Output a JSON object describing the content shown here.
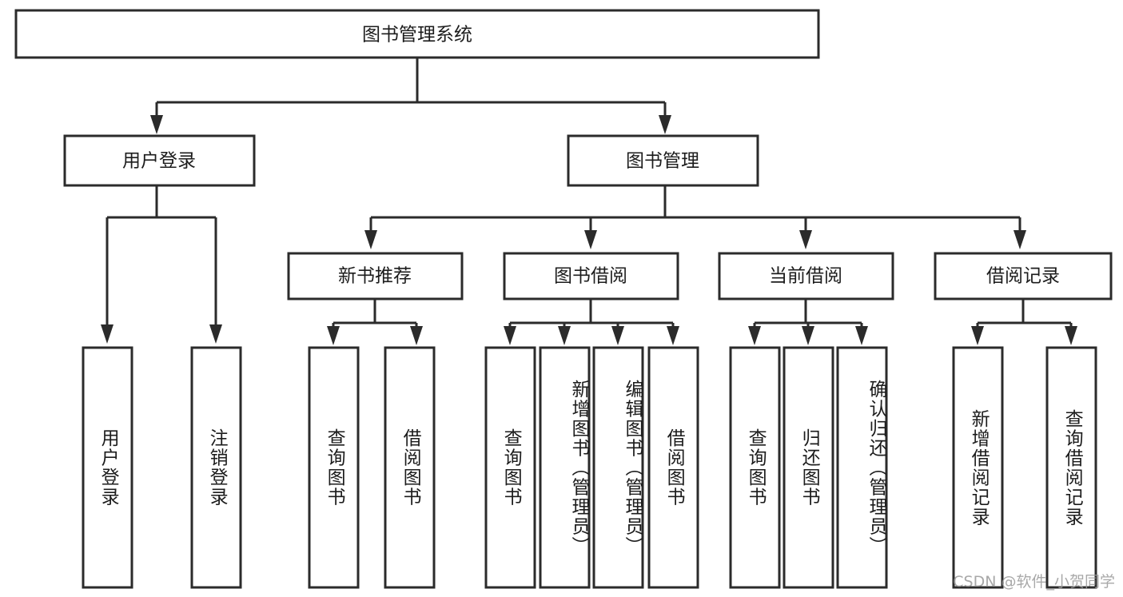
{
  "diagram": {
    "type": "tree-hierarchy",
    "title": "图书管理系统",
    "root": {
      "label": "图书管理系统",
      "level": 1
    },
    "level2": [
      {
        "label": "用户登录"
      },
      {
        "label": "图书管理"
      }
    ],
    "level3": [
      {
        "label": "新书推荐",
        "parent": "图书管理"
      },
      {
        "label": "图书借阅",
        "parent": "图书管理"
      },
      {
        "label": "当前借阅",
        "parent": "图书管理"
      },
      {
        "label": "借阅记录",
        "parent": "图书管理"
      }
    ],
    "leaves": {
      "用户登录": [
        {
          "label": "用户登录"
        },
        {
          "label": "注销登录"
        }
      ],
      "新书推荐": [
        {
          "label": "查询图书"
        },
        {
          "label": "借阅图书"
        }
      ],
      "图书借阅": [
        {
          "label": "查询图书"
        },
        {
          "label": "新增图书（管理员）"
        },
        {
          "label": "编辑图书（管理员）"
        },
        {
          "label": "借阅图书"
        }
      ],
      "当前借阅": [
        {
          "label": "查询图书"
        },
        {
          "label": "归还图书"
        },
        {
          "label": "确认归还（管理员）"
        }
      ],
      "借阅记录": [
        {
          "label": "新增借阅记录"
        },
        {
          "label": "查询借阅记录"
        }
      ]
    }
  },
  "watermark": {
    "text": "CSDN @软件_小贺同学"
  },
  "colors": {
    "box_stroke": "#2b2b2b",
    "box_fill": "#ffffff",
    "text": "#1c1c1c",
    "connector": "#2b2b2b",
    "watermark": "#9a9a9a",
    "background": "#ffffff"
  }
}
